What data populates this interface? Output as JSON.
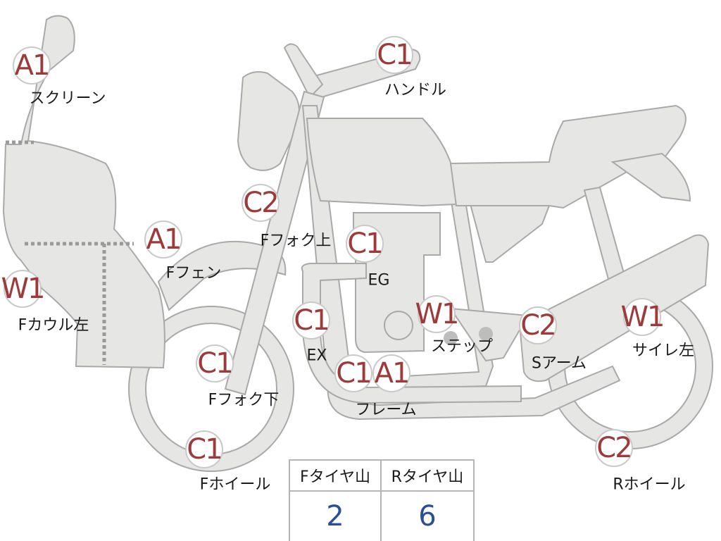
{
  "parts": [
    {
      "id": "screen",
      "code": "A1",
      "label": "スクリーン"
    },
    {
      "id": "handle",
      "code": "C1",
      "label": "ハンドル"
    },
    {
      "id": "f-fork-upper",
      "code": "C2",
      "label": "Fフォク上"
    },
    {
      "id": "f-fender",
      "code": "A1",
      "label": "Fフェン"
    },
    {
      "id": "f-cowl-left",
      "code": "W1",
      "label": "Fカウル左"
    },
    {
      "id": "engine",
      "code": "C1",
      "label": "EG"
    },
    {
      "id": "exhaust",
      "code": "C1",
      "label": "EX"
    },
    {
      "id": "f-fork-lower",
      "code": "C1",
      "label": "Fフォク下"
    },
    {
      "id": "frame",
      "code": "C1 A1",
      "codes": [
        "C1",
        "A1"
      ],
      "label": "フレーム"
    },
    {
      "id": "step",
      "code": "W1",
      "label": "ステップ"
    },
    {
      "id": "s-arm",
      "code": "C2",
      "label": "Sアーム"
    },
    {
      "id": "side-left",
      "code": "W1",
      "label": "サイレ左"
    },
    {
      "id": "f-wheel",
      "code": "C1",
      "label": "Fホイール"
    },
    {
      "id": "r-wheel",
      "code": "C2",
      "label": "Rホイール"
    }
  ],
  "tread": {
    "front_label": "Fタイヤ山",
    "rear_label": "Rタイヤ山",
    "front_value": "2",
    "rear_value": "6"
  },
  "colors": {
    "badge_text": "#9d3a3a",
    "tread_value": "#2b4f94",
    "part_fill": "#e6e6e4",
    "part_stroke": "#a9a9a9"
  }
}
